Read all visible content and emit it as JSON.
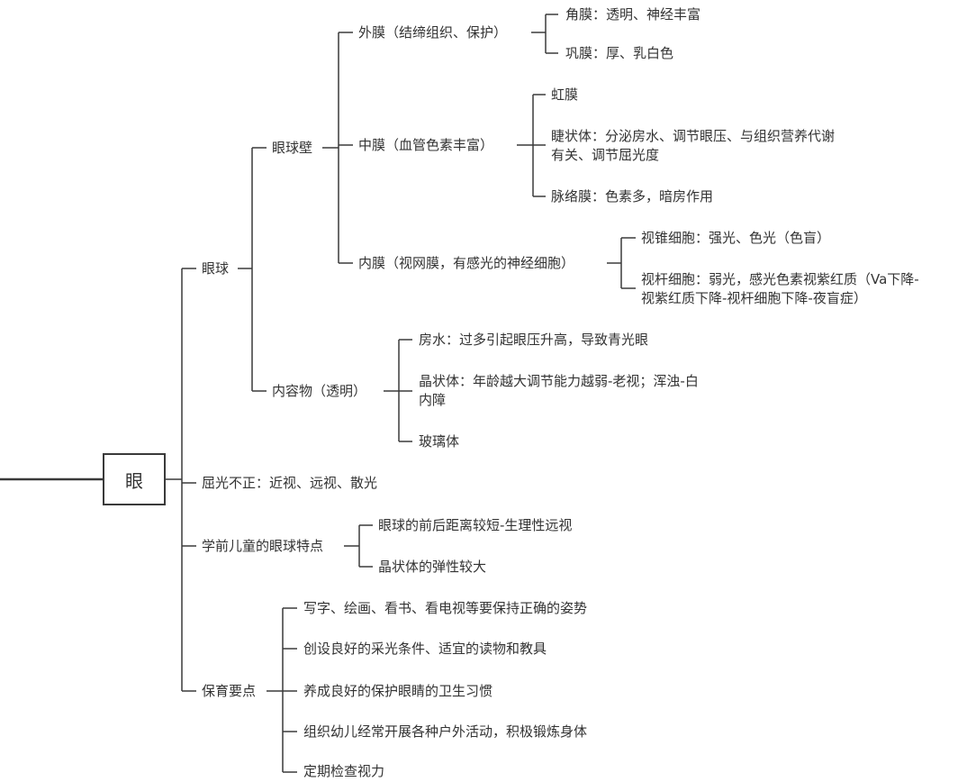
{
  "root": {
    "label": "眼"
  },
  "nodes": {
    "eyeball": "眼球",
    "wall": "眼球壁",
    "outer": "外膜（结缔组织、保护）",
    "cornea": "角膜：透明、神经丰富",
    "sclera": "巩膜：厚、乳白色",
    "middle": "中膜（血管色素丰富）",
    "iris": "虹膜",
    "ciliary_1": "睫状体：分泌房水、调节眼压、与组织营养代谢",
    "ciliary_2": "有关、调节屈光度",
    "choroid": "脉络膜：色素多，暗房作用",
    "inner": "内膜（视网膜，有感光的神经细胞）",
    "cone": "视锥细胞：强光、色光（色盲）",
    "rod_1": "视杆细胞：弱光，感光色素视紫红质（Va下降-",
    "rod_2": "视紫红质下降-视杆细胞下降-夜盲症）",
    "contents": "内容物（透明）",
    "aqueous": "房水：过多引起眼压升高，导致青光眼",
    "lens_1": "晶状体：年龄越大调节能力越弱-老视；浑浊-白",
    "lens_2": "内障",
    "vitreous": "玻璃体",
    "refraction": "屈光不正：近视、远视、散光",
    "preschool": "学前儿童的眼球特点",
    "pre_1": "眼球的前后距离较短-生理性远视",
    "pre_2": "晶状体的弹性较大",
    "care": "保育要点",
    "care_1": "写字、绘画、看书、看电视等要保持正确的姿势",
    "care_2": "创设良好的采光条件、适宜的读物和教具",
    "care_3": "养成良好的保护眼睛的卫生习惯",
    "care_4": "组织幼儿经常开展各种户外活动，积极锻炼身体",
    "care_5": "定期检查视力"
  },
  "colors": {
    "line": "#3a3a3a",
    "text": "#333333",
    "background": "#ffffff"
  }
}
